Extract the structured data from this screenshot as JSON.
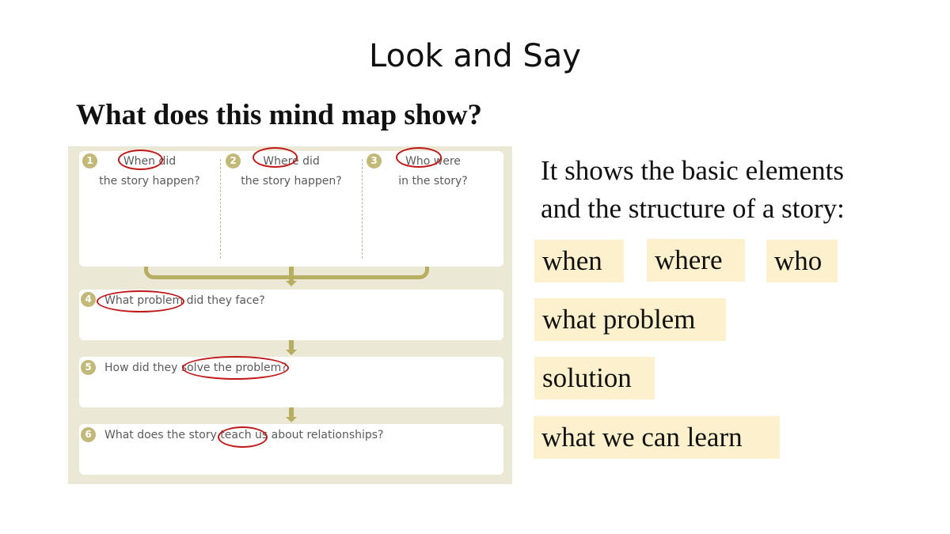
{
  "title": "Look and Say",
  "question": "What does this mind map show?",
  "mind_map": {
    "boxes": [
      {
        "number": "1",
        "line1": "When did",
        "line2": "the story happen?"
      },
      {
        "number": "2",
        "line1": "Where did",
        "line2": "the story happen?"
      },
      {
        "number": "3",
        "line1": "Who were",
        "line2": "in the story?"
      },
      {
        "number": "4",
        "text": "What problem did they face?"
      },
      {
        "number": "5",
        "text": "How did they solve the problem?"
      },
      {
        "number": "6",
        "text": "What does the story teach us about relationships?"
      }
    ],
    "line_color": "#b8ae62",
    "highlight_color": "#c01818"
  },
  "answer": {
    "line1": "It shows the basic elements",
    "line2": "and the structure of a story:"
  },
  "keywords": [
    "when",
    "where",
    "who",
    "what problem",
    "solution",
    "what we can learn"
  ],
  "keyword_bg": "#fdf0cc"
}
